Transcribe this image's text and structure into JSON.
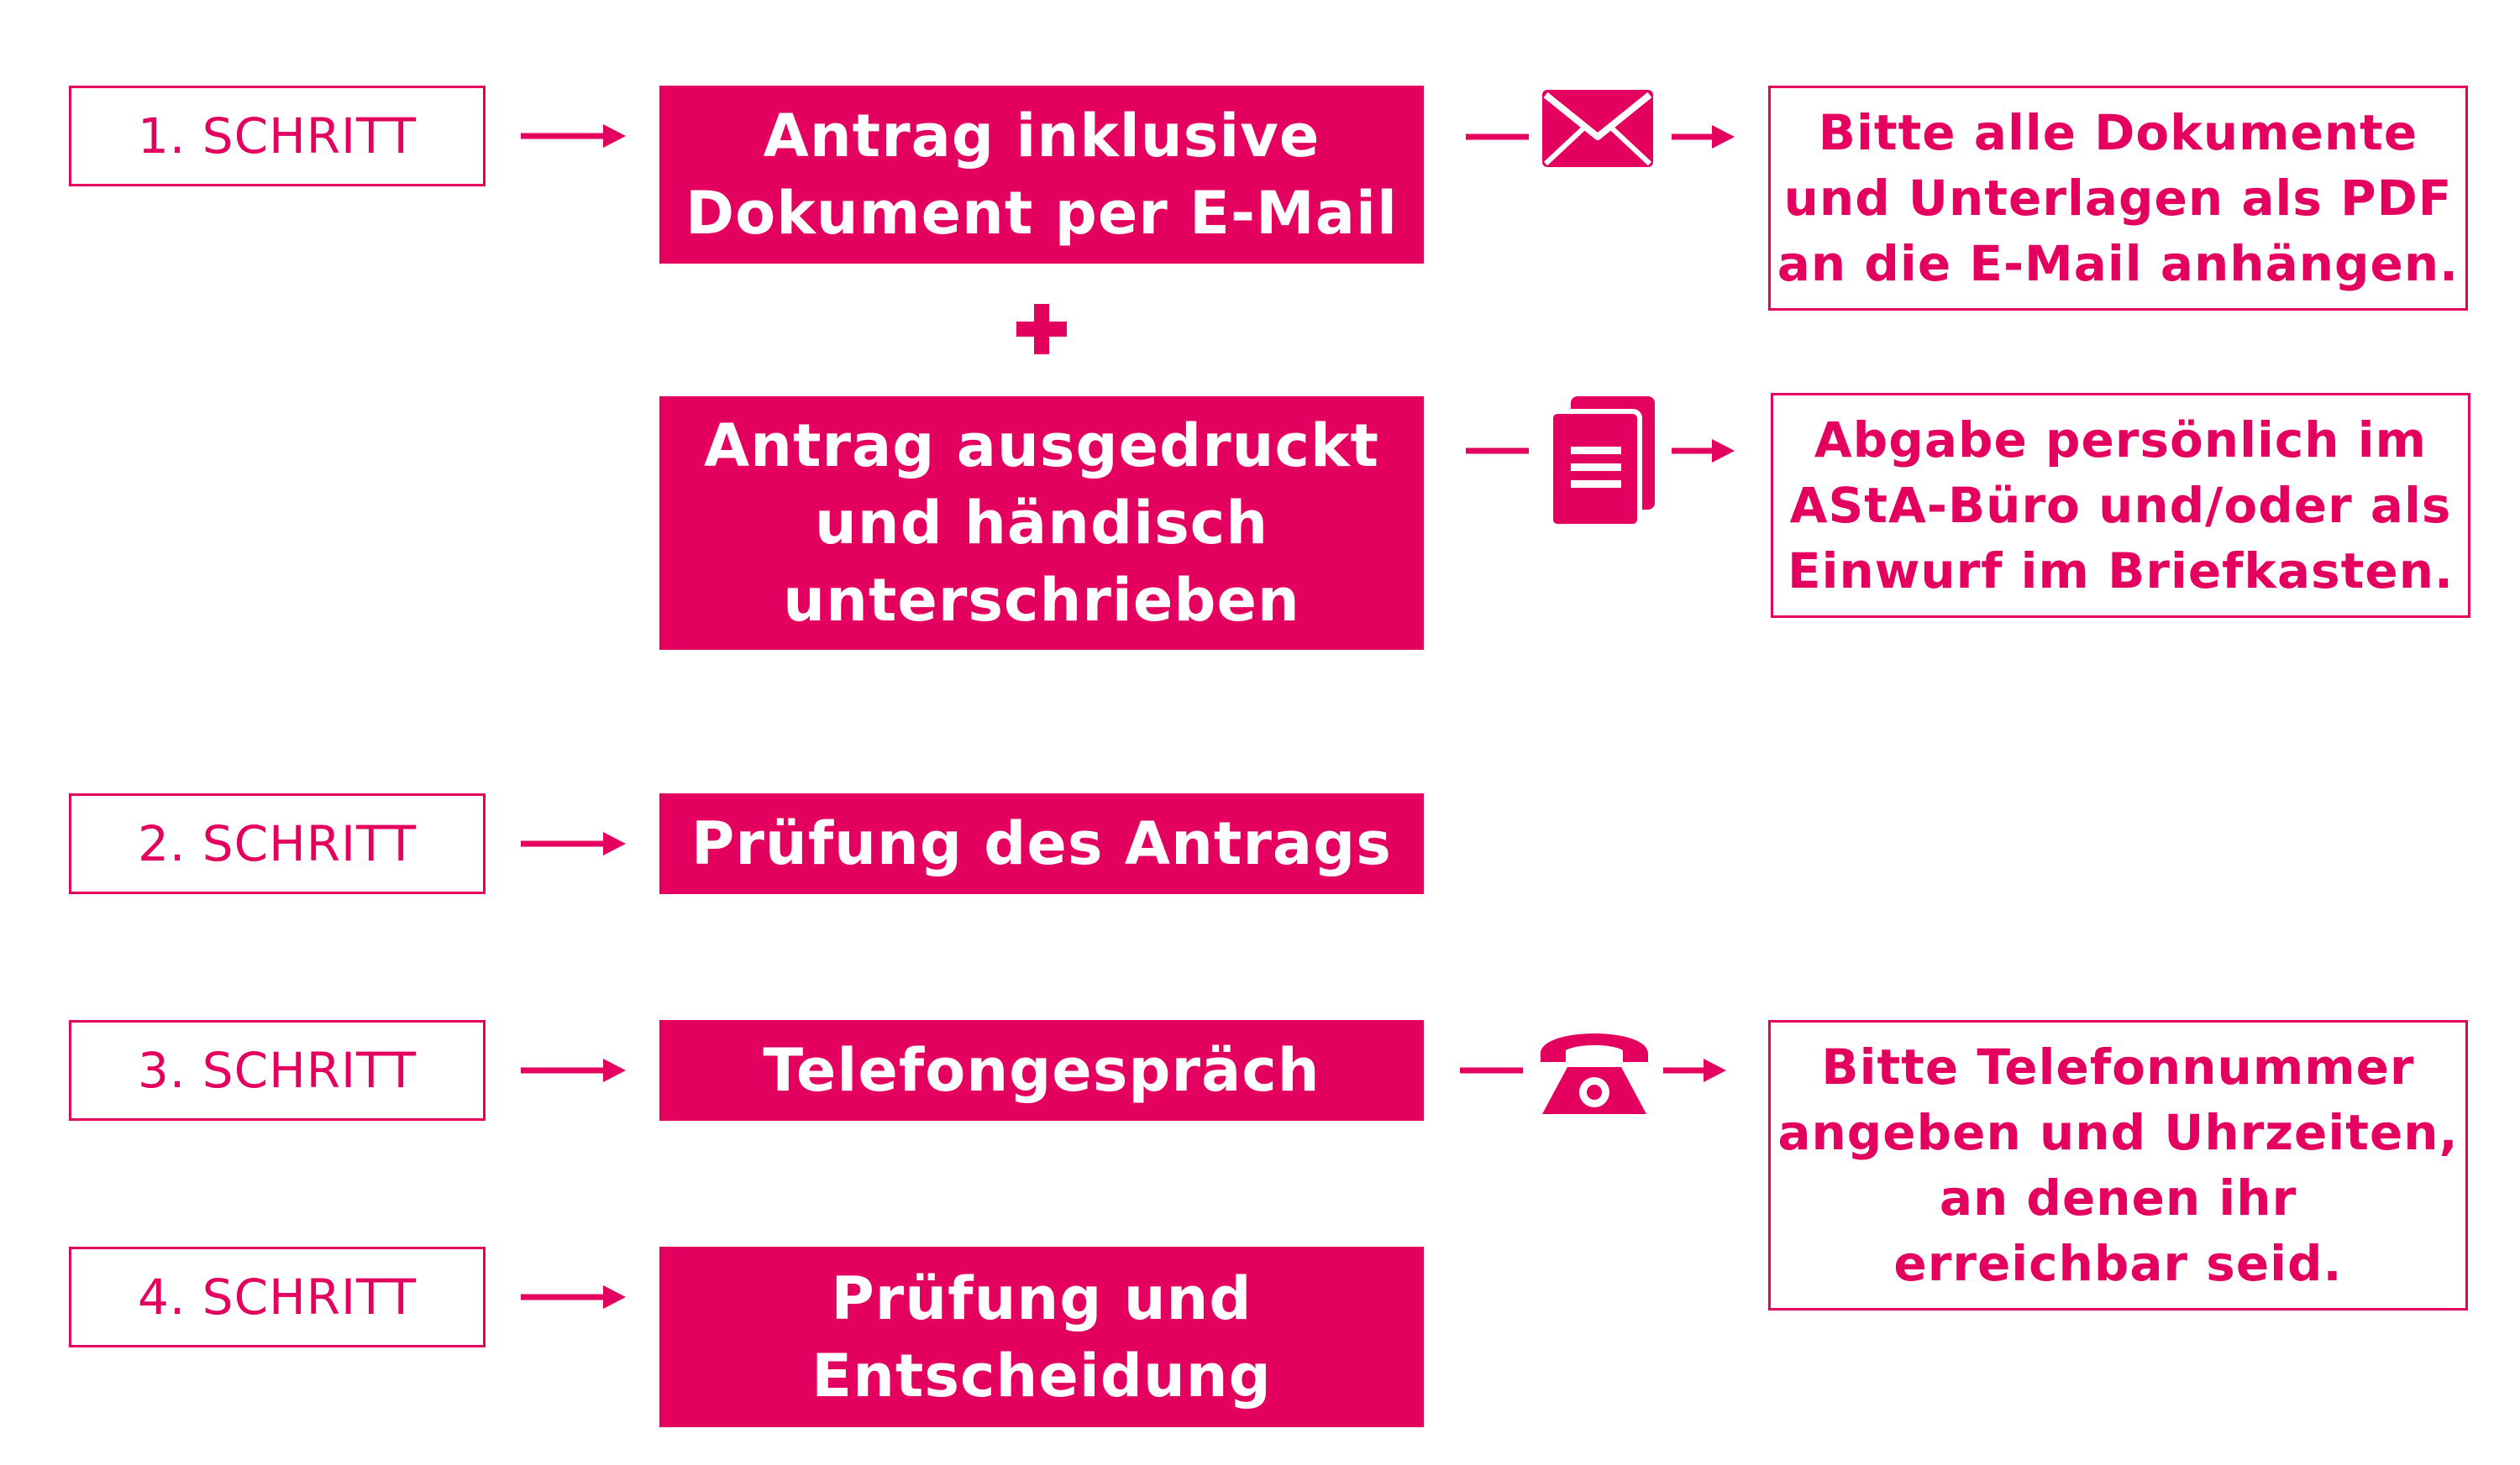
{
  "colors": {
    "accent": "#e4005f",
    "background": "#ffffff"
  },
  "steps": [
    {
      "label": "1. SCHRITT"
    },
    {
      "label": "2. SCHRITT"
    },
    {
      "label": "3. SCHRITT"
    },
    {
      "label": "4. SCHRITT"
    }
  ],
  "boxes": {
    "email": {
      "text": "Antrag inklusive\nDokument per E-Mail"
    },
    "plus": "+",
    "print": {
      "text": "Antrag ausgedruckt\nund händisch\nunterschrieben"
    },
    "pruefung": {
      "text": "Prüfung des Antrags"
    },
    "telefon": {
      "text": "Telefongespräch"
    },
    "entscheidung": {
      "text": "Prüfung und\nEntscheidung"
    }
  },
  "notes": {
    "email": "Bitte alle Dokumente\nund Unterlagen als PDF\nan die E-Mail anhängen.",
    "print": "Abgabe persönlich im\nAStA-Büro und/oder als\nEinwurf im Briefkasten.",
    "telefon": "Bitte Telefonnummer\nangeben und Uhrzeiten,\nan denen ihr\nerreichbar seid."
  },
  "icons": {
    "email": "envelope-icon",
    "print": "documents-icon",
    "telefon": "telephone-icon"
  }
}
